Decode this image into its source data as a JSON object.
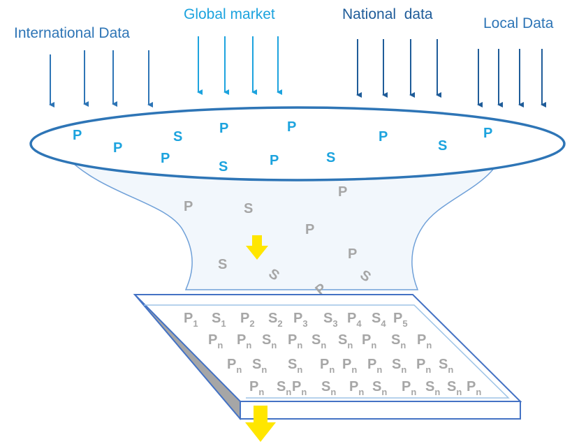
{
  "colors": {
    "intl": "#2E75B6",
    "global": "#1CA3DE",
    "national": "#1F5C99",
    "local": "#2E75B6",
    "top_symbols": "#1CA3DE",
    "funnel_outline": "#2E75B6",
    "grey_symbols": "#A6A6A6",
    "flow_arrow": "#FFE600"
  },
  "sources": {
    "international": "International Data",
    "global": "Global market",
    "national": "National  data",
    "local": "Local Data"
  },
  "symbols": {
    "p": "P",
    "s": "S",
    "n": "n",
    "i1": "1",
    "i2": "2",
    "i3": "3",
    "i4": "4",
    "i5": "5"
  }
}
